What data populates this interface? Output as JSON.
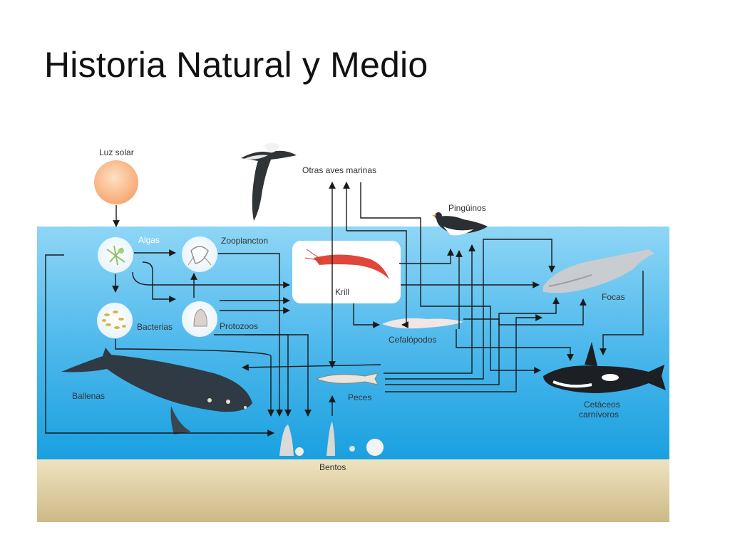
{
  "slide": {
    "title": "Historia Natural y Medio"
  },
  "diagram": {
    "nodes": {
      "luz_solar": "Luz solar",
      "otras_aves": "Otras aves marinas",
      "pinguinos": "Pingüinos",
      "algas": "Algas",
      "zooplancton": "Zooplancton",
      "krill": "Krill",
      "focas": "Focas",
      "bacterias": "Bacterias",
      "protozoos": "Protozoos",
      "cefalopodos": "Cefalópodos",
      "ballenas": "Ballenas",
      "peces": "Peces",
      "cetaceos_1": "Cetáceos",
      "cetaceos_2": "carnívoros",
      "bentos": "Bentos"
    },
    "colors": {
      "sea_top": "#7fd0f4",
      "sea_bottom": "#1aa3e2",
      "sand": "#d9c79a",
      "arrow": "#1a1a1a",
      "sun": "#f7b98a"
    }
  }
}
